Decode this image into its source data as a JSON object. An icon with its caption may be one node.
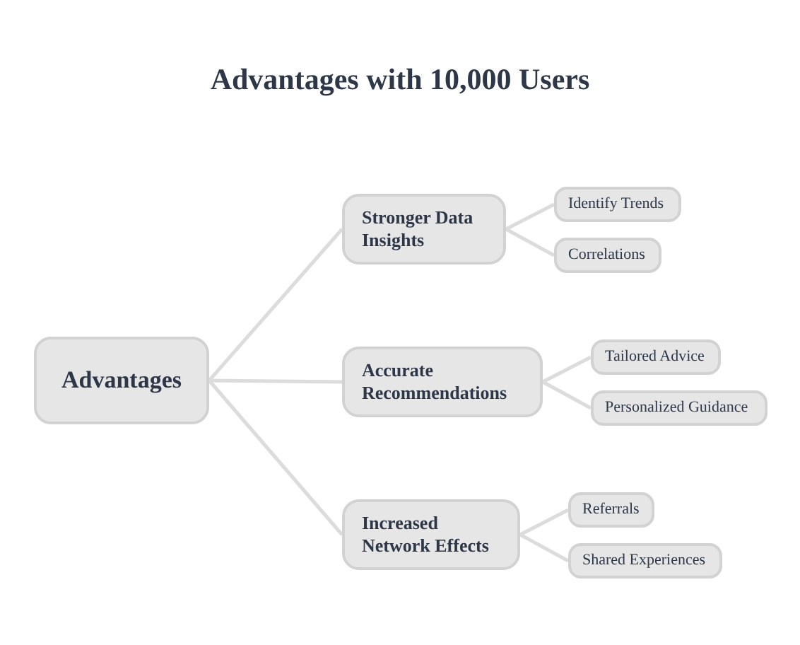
{
  "diagram": {
    "title": "Advantages with 10,000 Users",
    "nodes": [
      {
        "text": [
          "Advantages"
        ]
      },
      {
        "text": [
          "Stronger Data Insights"
        ]
      },
      {
        "text": [
          "Identify Trends"
        ]
      },
      {
        "text": [
          "Correlations"
        ]
      },
      {
        "text": [
          "Accurate Recommendations"
        ]
      },
      {
        "text": [
          "Tailored Advice"
        ]
      },
      {
        "text": [
          "Personalized Guidance"
        ]
      },
      {
        "text": [
          "Increased Network Effects"
        ]
      },
      {
        "text": [
          "Referrals"
        ]
      },
      {
        "text": [
          "Shared Experiences"
        ]
      }
    ],
    "edges": [
      {
        "from": 0,
        "to": 1,
        "arrow": "none"
      },
      {
        "from": 0,
        "to": 4,
        "arrow": "none"
      },
      {
        "from": 0,
        "to": 7,
        "arrow": "none"
      },
      {
        "from": 1,
        "to": 2,
        "arrow": "none"
      },
      {
        "from": 1,
        "to": 3,
        "arrow": "none"
      },
      {
        "from": 4,
        "to": 5,
        "arrow": "none"
      },
      {
        "from": 4,
        "to": 6,
        "arrow": "none"
      },
      {
        "from": 7,
        "to": 8,
        "arrow": "none"
      },
      {
        "from": 7,
        "to": 9,
        "arrow": "none"
      }
    ]
  }
}
